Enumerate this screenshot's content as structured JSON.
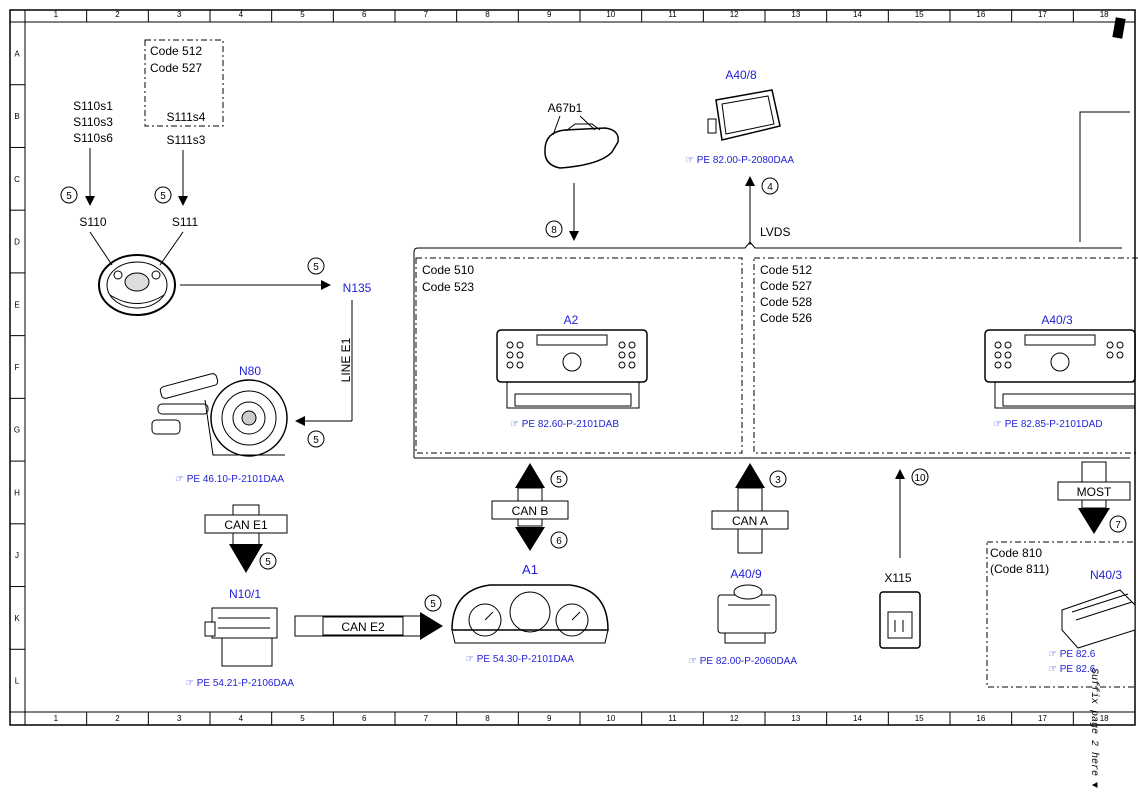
{
  "grid": {
    "cols": [
      "1",
      "2",
      "3",
      "4",
      "5",
      "6",
      "7",
      "8",
      "9",
      "10",
      "11",
      "12",
      "13",
      "14",
      "15",
      "16",
      "17",
      "18"
    ],
    "rows": [
      "A",
      "B",
      "C",
      "D",
      "E",
      "F",
      "G",
      "H",
      "J",
      "K",
      "L"
    ]
  },
  "components": {
    "s110_switches": [
      "S110s1",
      "S110s3",
      "S110s6"
    ],
    "s111_codes": [
      "Code 512",
      "Code 527"
    ],
    "s111_switches": [
      "S111s4",
      "S111s3"
    ],
    "s110": "S110",
    "s111": "S111",
    "n135": "N135",
    "line_e1": "LINE E1",
    "n80": "N80",
    "n80_ref": "PE 46.10-P-2101DAA",
    "can_e1": "CAN E1",
    "n10_1": "N10/1",
    "n10_1_ref": "PE 54.21-P-2106DAA",
    "can_e2": "CAN E2",
    "a1": "A1",
    "a1_ref": "PE 54.30-P-2101DAA",
    "can_b": "CAN B",
    "a67b1": "A67b1",
    "a40_8": "A40/8",
    "a40_8_ref": "PE 82.00-P-2080DAA",
    "lvds": "LVDS",
    "box1_codes": [
      "Code 510",
      "Code 523"
    ],
    "a2": "A2",
    "a2_ref": "PE 82.60-P-2101DAB",
    "box2_codes": [
      "Code 512",
      "Code 527",
      "Code 528",
      "Code 526"
    ],
    "a40_3": "A40/3",
    "a40_3_ref": "PE 82.85-P-2101DAD",
    "can_a": "CAN A",
    "a40_9": "A40/9",
    "a40_9_ref": "PE 82.00-P-2060DAA",
    "x115": "X115",
    "most": "MOST",
    "box3_codes": [
      "Code 810",
      "(Code 811)"
    ],
    "n40_3": "N40/3",
    "n40_3_ref1": "PE 82.6",
    "n40_3_ref2": "PE 82.6",
    "side_note": "Suffix page 2 here ▼"
  },
  "callouts": [
    "5",
    "5",
    "5",
    "5",
    "5",
    "5",
    "5",
    "6",
    "8",
    "4",
    "3",
    "10",
    "7"
  ],
  "colors": {
    "label_blue": "#1f1fd6",
    "line": "#000000"
  }
}
